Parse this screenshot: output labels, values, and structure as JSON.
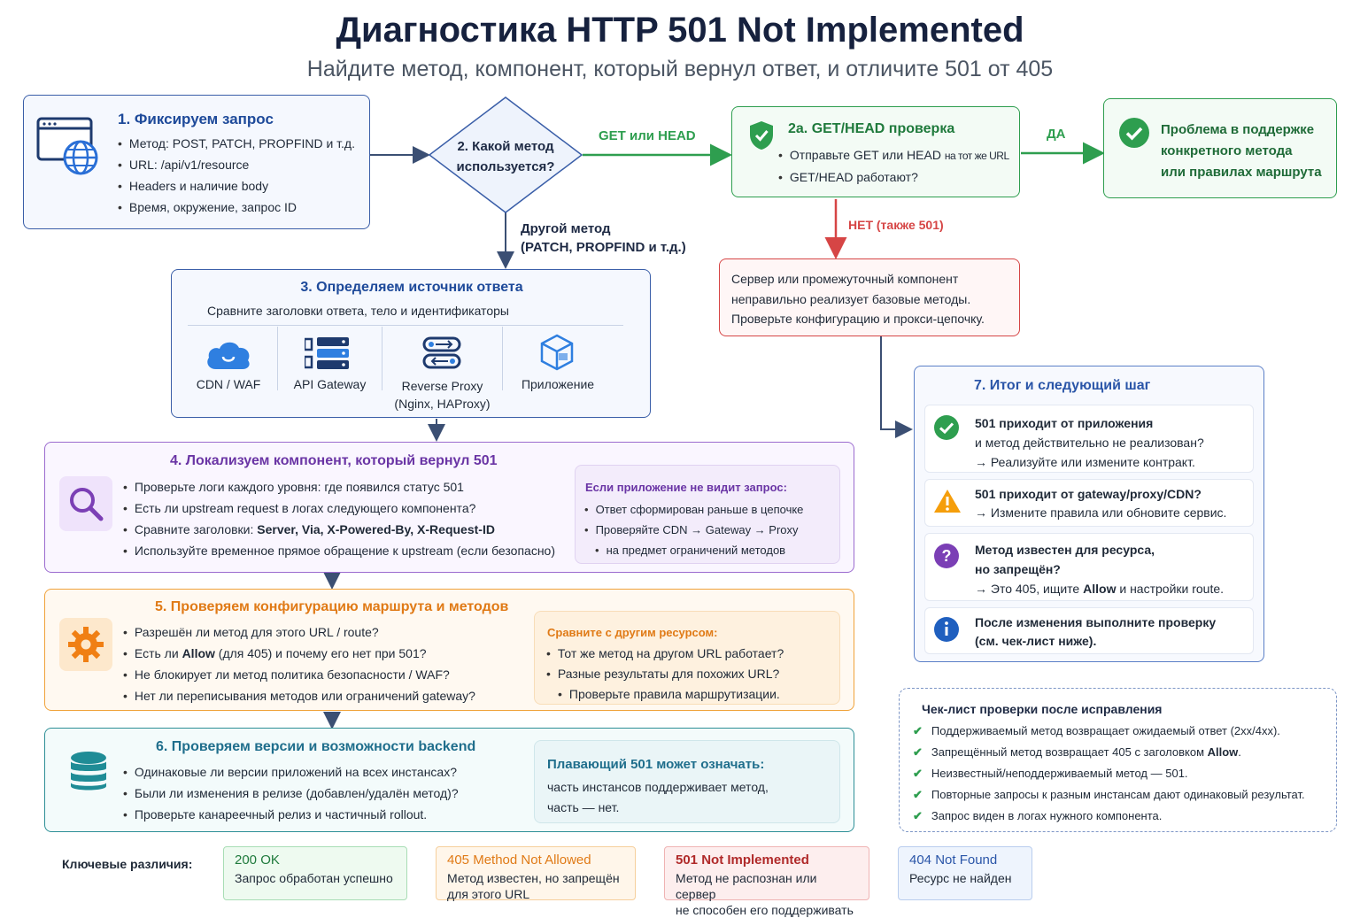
{
  "title": "Диагностика HTTP 501 Not Implemented",
  "subtitle": "Найдите метод, компонент, который вернул ответ, и отличите 501 от 405",
  "step1": {
    "title": "1. Фиксируем запрос",
    "items": [
      "Метод: POST, PATCH, PROPFIND и т.д.",
      "URL: /api/v1/resource",
      "Headers и наличие body",
      "Время, окружение, запрос ID"
    ]
  },
  "step2": {
    "line1": "2. Какой метод",
    "line2": "используется?"
  },
  "edge_get_head": "GET или HEAD",
  "edge_other_1": "Другой метод",
  "edge_other_2": "(PATCH, PROPFIND и т.д.)",
  "step2a": {
    "title": "2a. GET/HEAD проверка",
    "item1_a": "Отправьте GET или HEAD ",
    "item1_b": "на тот же URL",
    "item2": "GET/HEAD работают?"
  },
  "edge_yes": "ДА",
  "edge_no": "НЕТ (также 501)",
  "result_yes": {
    "line1": "Проблема в поддержке",
    "line2": "конкретного метода",
    "line3": "или правилах маршрута"
  },
  "result_no": {
    "line1": "Сервер или промежуточный компонент",
    "line2": "неправильно реализует базовые методы.",
    "line3": "Проверьте конфигурацию и прокси-цепочку."
  },
  "step3": {
    "title": "3. Определяем источник ответа",
    "desc": "Сравните заголовки ответа, тело и идентификаторы",
    "sources": [
      {
        "label": "CDN / WAF",
        "label2": ""
      },
      {
        "label": "API Gateway",
        "label2": ""
      },
      {
        "label": "Reverse Proxy",
        "label2": "(Nginx, HAProxy)"
      },
      {
        "label": "Приложение",
        "label2": ""
      }
    ]
  },
  "step4": {
    "title": "4. Локализуем компонент, который вернул 501",
    "items": [
      "Проверьте логи каждого уровня: где появился статус 501",
      "Есть ли upstream request в логах следующего компонента?",
      "Используйте временное прямое обращение к upstream (если безопасно)"
    ],
    "compare_prefix": "Сравните заголовки: ",
    "compare_headers": "Server, Via, X-Powered-By, X-Request-ID",
    "side_title": "Если приложение не видит запрос:",
    "side_items": [
      "Ответ сформирован раньше в цепочке",
      "Проверяйте CDN → Gateway → Proxy",
      "на предмет ограничений методов"
    ]
  },
  "step5": {
    "title": "5. Проверяем конфигурацию маршрута и методов",
    "item1": "Разрешён ли метод для этого URL / route?",
    "item2_a": "Есть ли ",
    "item2_b": "Allow",
    "item2_c": " (для 405) и почему его нет при 501?",
    "item3": "Не блокирует ли метод политика безопасности / WAF?",
    "item4": "Нет ли переписывания методов или ограничений gateway?",
    "side_title": "Сравните с другим ресурсом:",
    "side_items": [
      "Тот же метод на другом URL работает?",
      "Разные результаты для похожих URL?",
      "Проверьте правила маршрутизации."
    ]
  },
  "step6": {
    "title": "6. Проверяем версии и возможности backend",
    "items": [
      "Одинаковые ли версии приложений на всех инстансах?",
      "Были ли изменения в релизе (добавлен/удалён метод)?",
      "Проверьте канареечный релиз и частичный rollout."
    ],
    "side_title": "Плавающий 501 может означать:",
    "side_line1": "часть инстансов поддерживает метод,",
    "side_line2": "часть — нет."
  },
  "step7": {
    "title": "7. Итог и следующий шаг",
    "c1_l1": "501 приходит от приложения",
    "c1_l2": "и метод действительно не реализован?",
    "c1_l3": "→ Реализуйте или измените контракт.",
    "c2_l1": "501 приходит от gateway/proxy/CDN?",
    "c2_l2": "→ Измените правила или обновите сервис.",
    "c3_l1": "Метод известен для ресурса,",
    "c3_l2": "но запрещён?",
    "c3_l3a": "→ Это 405, ищите ",
    "c3_l3b": "Allow",
    "c3_l3c": " и настройки route.",
    "c4_l1": "После изменения выполните проверку",
    "c4_l2": "(см. чек-лист ниже)."
  },
  "checklist": {
    "title": "Чек-лист проверки после исправления",
    "i1": "Поддерживаемый метод возвращает ожидаемый ответ (2xx/4xx).",
    "i2a": "Запрещённый метод возвращает 405 с заголовком ",
    "i2b": "Allow",
    "i2c": ".",
    "i3": "Неизвестный/неподдерживаемый метод — 501.",
    "i4": "Повторные запросы к разным инстансам дают одинаковый результат.",
    "i5": "Запрос виден в логах нужного компонента."
  },
  "key_label": "Ключевые различия:",
  "keys": [
    {
      "code": "200 OK",
      "l1": "Запрос обработан успешно",
      "l2": ""
    },
    {
      "code": "405 Method Not Allowed",
      "l1": "Метод известен, но запрещён",
      "l2": "для этого URL"
    },
    {
      "code": "501 Not Implemented",
      "l1": "Метод не распознан или сервер",
      "l2": "не способен его поддерживать"
    },
    {
      "code": "404 Not Found",
      "l1": "Ресурс не найден",
      "l2": ""
    }
  ],
  "colors": {
    "blue": "#2a55a8",
    "green": "#2e9e4f",
    "red": "#d64545",
    "purple": "#7b3fb5",
    "orange": "#e07a16",
    "teal": "#1f6e8c"
  }
}
